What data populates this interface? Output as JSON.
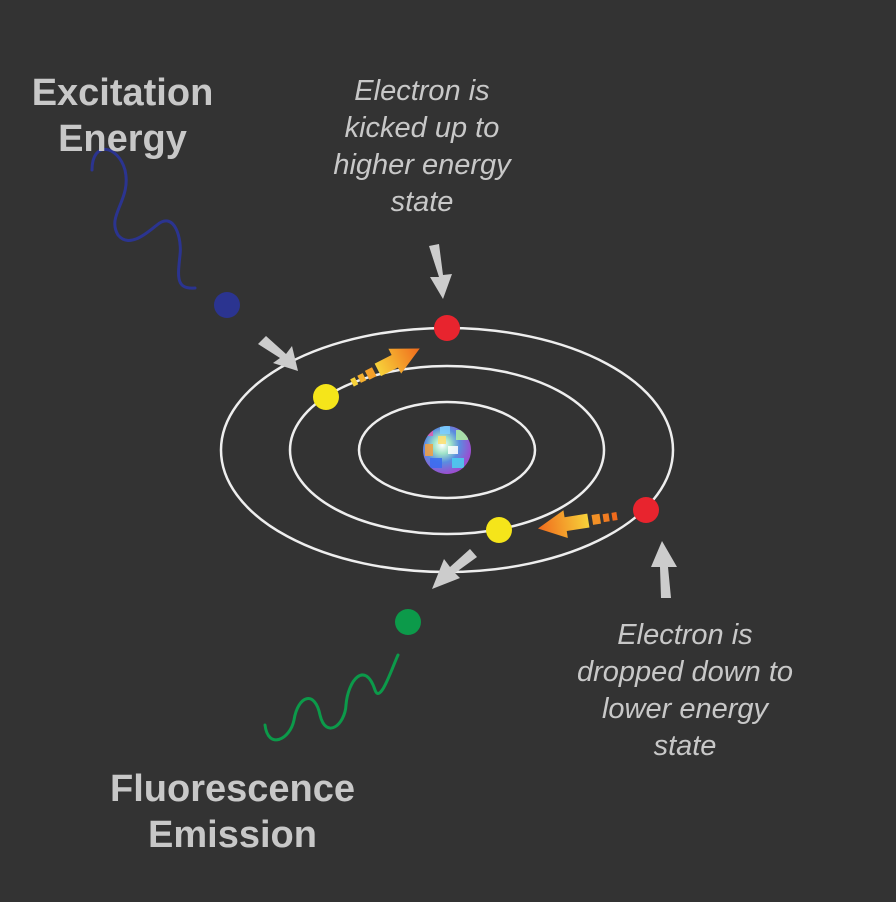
{
  "excitation_label": {
    "line1": "Excitation",
    "line2": "Energy"
  },
  "emission_label": {
    "line1": "Fluorescence",
    "line2": "Emission"
  },
  "excite_note": {
    "line1": "Electron is",
    "line2": "kicked up to",
    "line3": "higher energy",
    "line4": "state"
  },
  "drop_note": {
    "line1": "Electron is",
    "line2": "dropped down to",
    "line3": "lower energy",
    "line4": "state"
  },
  "colors": {
    "background": "#333333",
    "text": "#c8c8c8",
    "orbit": "#eeeeee",
    "excitation_wave": "#2b3490",
    "emission_wave": "#0c9a4a",
    "excited_electron": "#e8242e",
    "ground_electron": "#f5e51a",
    "pointer_arrow": "#cccccc",
    "transition_arrow_start": "#f7d23a",
    "transition_arrow_end": "#f06a1c"
  }
}
